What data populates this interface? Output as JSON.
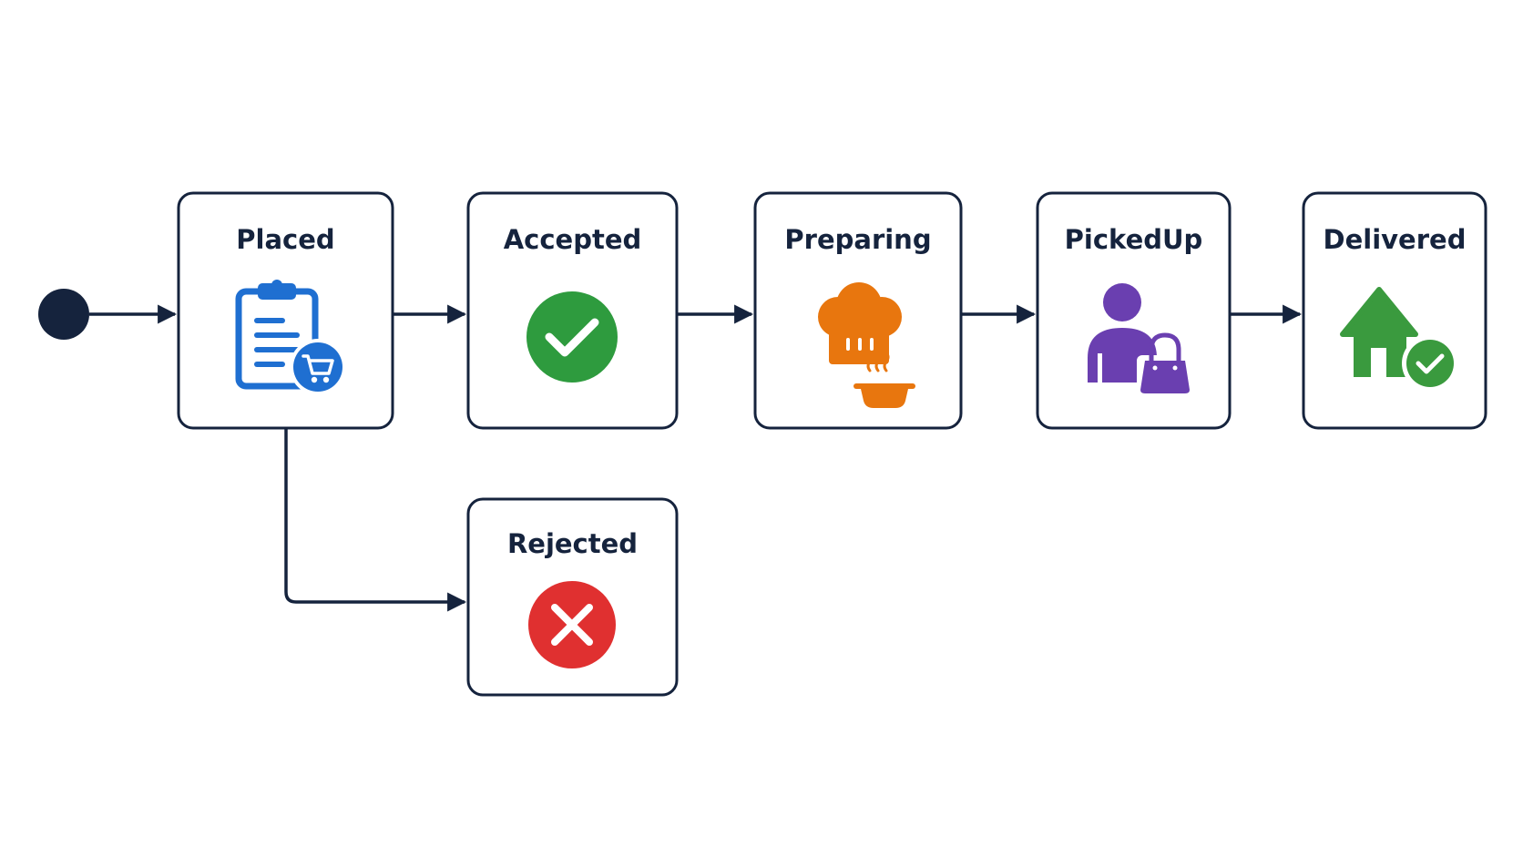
{
  "diagram": {
    "start_node": "initial-state",
    "states": [
      {
        "id": "placed",
        "label": "Placed",
        "icon": "clipboard-cart-icon",
        "color": "#1f6fd1"
      },
      {
        "id": "accepted",
        "label": "Accepted",
        "icon": "check-circle-icon",
        "color": "#2e9b3e"
      },
      {
        "id": "preparing",
        "label": "Preparing",
        "icon": "chef-hat-cooking-icon",
        "color": "#e8760e"
      },
      {
        "id": "pickedup",
        "label": "PickedUp",
        "icon": "courier-shopping-bag-icon",
        "color": "#6a3fb0"
      },
      {
        "id": "delivered",
        "label": "Delivered",
        "icon": "house-check-icon",
        "color": "#3a9a3e"
      },
      {
        "id": "rejected",
        "label": "Rejected",
        "icon": "x-circle-icon",
        "color": "#e03030"
      }
    ],
    "transitions": [
      {
        "from": "initial-state",
        "to": "placed"
      },
      {
        "from": "placed",
        "to": "accepted"
      },
      {
        "from": "accepted",
        "to": "preparing"
      },
      {
        "from": "preparing",
        "to": "pickedup"
      },
      {
        "from": "pickedup",
        "to": "delivered"
      },
      {
        "from": "placed",
        "to": "rejected"
      }
    ],
    "line_color": "#15233d"
  }
}
